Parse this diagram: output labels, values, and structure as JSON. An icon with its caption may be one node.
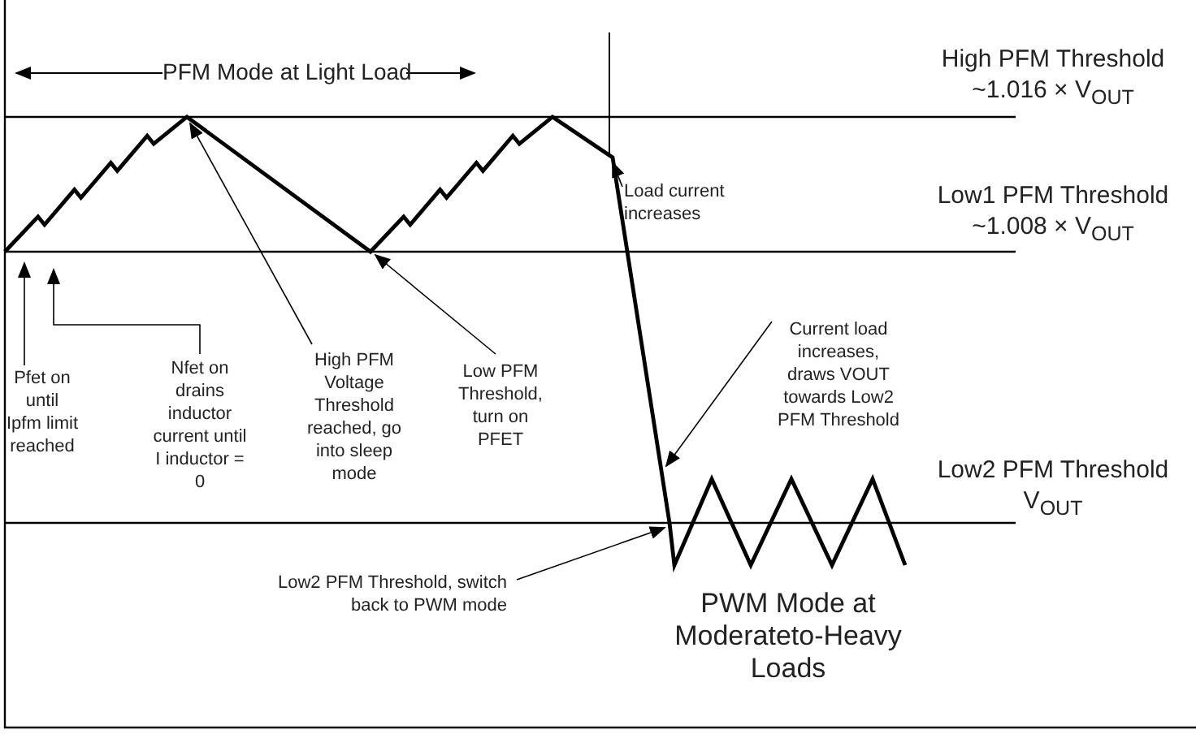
{
  "diagram": {
    "nodes": [
      {
        "text": [
          "Pfet on until Ipfm limit reached"
        ]
      },
      {
        "text": [
          "Nfet on drains inductor current until I inductor = 0"
        ]
      },
      {
        "text": [
          "High PFM Voltage Threshold reached, go into sleep mode"
        ]
      },
      {
        "text": [
          "Low PFM Threshold, turn on PFET"
        ]
      },
      {
        "text": [
          "Load current increases"
        ]
      },
      {
        "text": [
          "Current load increases, draws VOUT towards Low2 PFM Threshold"
        ]
      },
      {
        "text": [
          "Low2 PFM Threshold, switch back to PWM mode"
        ]
      }
    ],
    "edges": [
      {
        "from": 0,
        "to": null,
        "arrow": "to"
      },
      {
        "from": 1,
        "to": null,
        "arrow": "to"
      },
      {
        "from": 2,
        "to": null,
        "arrow": "to"
      },
      {
        "from": 3,
        "to": null,
        "arrow": "to"
      },
      {
        "from": 4,
        "to": null,
        "arrow": "to"
      },
      {
        "from": 5,
        "to": null,
        "arrow": "to"
      },
      {
        "from": 6,
        "to": null,
        "arrow": "to"
      }
    ],
    "labels": [
      "PFM Mode at Light Load",
      "High PFM Threshold",
      "~1.016 × V$_{OUT}$",
      "Low1 PFM Threshold",
      "~1.008 × V$_{OUT}$",
      "Low2 PFM Threshold",
      "V$_{OUT}$",
      "PWM Mode at Moderateto-Heavy Loads"
    ]
  }
}
